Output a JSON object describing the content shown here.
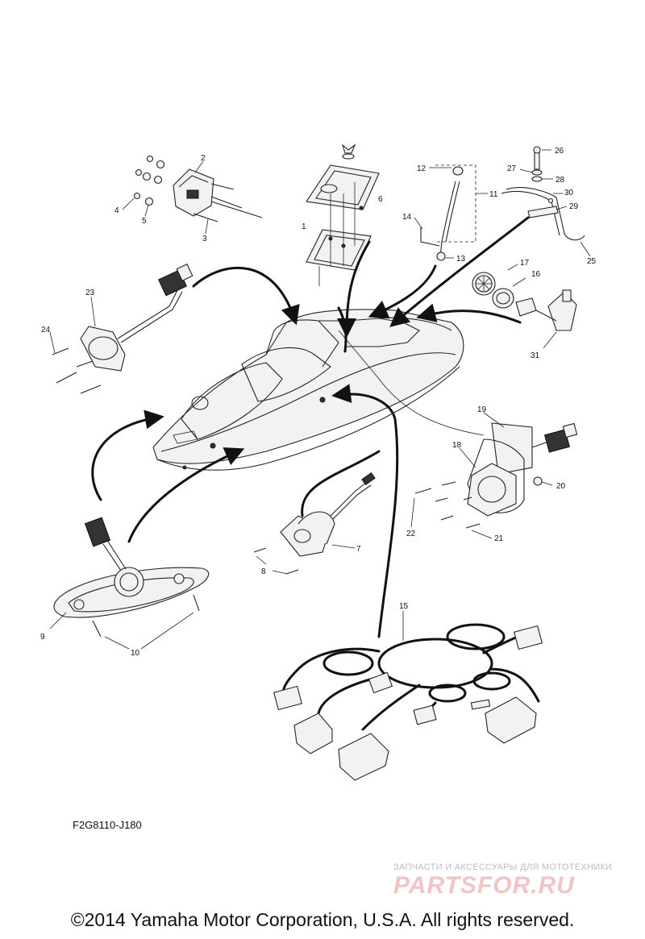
{
  "diagram": {
    "drawing_code": "F2G8110-J180",
    "copyright": "©2014 Yamaha Motor Corporation, U.S.A. All rights reserved.",
    "watermark": {
      "tagline": "ЗАПЧАСТИ И АКСЕССУАРЫ ДЛЯ МОТОТЕХНИКИ",
      "logo_text": "PARTSFOR.RU"
    },
    "callouts": [
      "1",
      "2",
      "3",
      "4",
      "5",
      "6",
      "7",
      "8",
      "9",
      "10",
      "11",
      "12",
      "13",
      "14",
      "15",
      "16",
      "17",
      "18",
      "19",
      "20",
      "21",
      "22",
      "23",
      "24",
      "25",
      "26",
      "27",
      "28",
      "29",
      "30",
      "31"
    ]
  }
}
